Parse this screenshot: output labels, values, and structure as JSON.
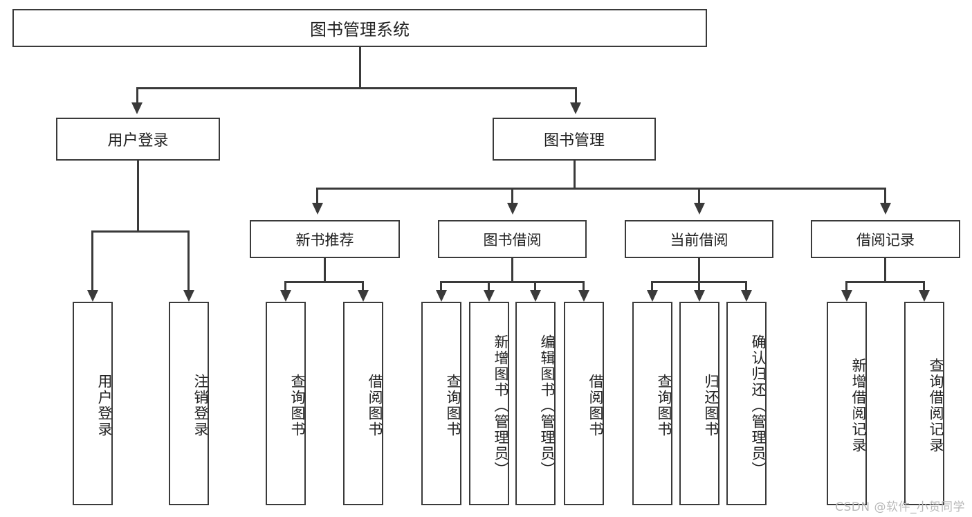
{
  "diagram": {
    "title": "图书管理系统",
    "root": {
      "label": "图书管理系统"
    },
    "level1": [
      {
        "label": "用户登录"
      },
      {
        "label": "图书管理"
      }
    ],
    "level2": [
      {
        "label": "新书推荐"
      },
      {
        "label": "图书借阅"
      },
      {
        "label": "当前借阅"
      },
      {
        "label": "借阅记录"
      }
    ],
    "leaves": [
      {
        "label": "用户登录"
      },
      {
        "label": "注销登录"
      },
      {
        "label": "查询图书"
      },
      {
        "label": "借阅图书"
      },
      {
        "label": "查询图书"
      },
      {
        "label": "新增图书（管理员）"
      },
      {
        "label": "编辑图书（管理员）"
      },
      {
        "label": "借阅图书"
      },
      {
        "label": "查询图书"
      },
      {
        "label": "归还图书"
      },
      {
        "label": "确认归还（管理员）"
      },
      {
        "label": "新增借阅记录"
      },
      {
        "label": "查询借阅记录"
      }
    ]
  },
  "watermark": {
    "text": "CSDN @软件_小贺同学"
  },
  "colors": {
    "stroke": "#3a3a3a",
    "fill": "#ffffff",
    "text": "#222222",
    "watermark": "#b9b9b9"
  }
}
